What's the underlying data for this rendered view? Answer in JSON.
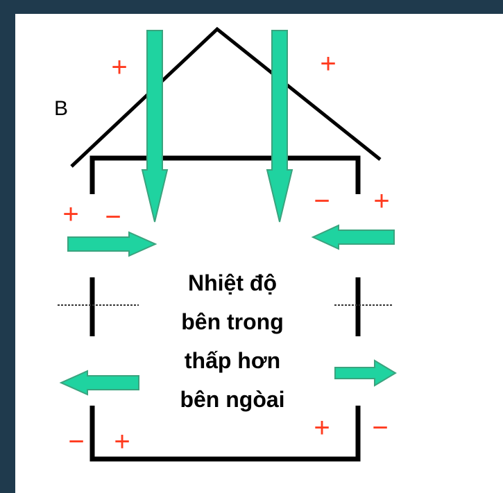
{
  "diagram": {
    "corner_label": "B",
    "caption_lines": [
      "Nhiệt độ",
      "bên trong",
      "thấp hơn",
      "bên ngòai"
    ],
    "signs": {
      "roof_left": "+",
      "roof_right": "+",
      "upper_left_outer": "+",
      "upper_left_inner": "−",
      "upper_right_inner": "−",
      "upper_right_outer": "+",
      "bottom_left_outer": "−",
      "bottom_left_inner": "+",
      "bottom_right_inner": "+",
      "bottom_right_outer": "−"
    },
    "colors": {
      "arrow_fill": "#1fd3a0",
      "arrow_stroke": "#3aa37e",
      "sign_color": "#ff3b1f",
      "structure": "#000000",
      "background": "#1f3a4d"
    },
    "arrows": [
      {
        "name": "roof-left-down",
        "direction": "down"
      },
      {
        "name": "roof-right-down",
        "direction": "down"
      },
      {
        "name": "upper-left-in",
        "direction": "right"
      },
      {
        "name": "upper-right-in",
        "direction": "left"
      },
      {
        "name": "lower-left-out",
        "direction": "left"
      },
      {
        "name": "lower-right-out",
        "direction": "right"
      }
    ]
  }
}
